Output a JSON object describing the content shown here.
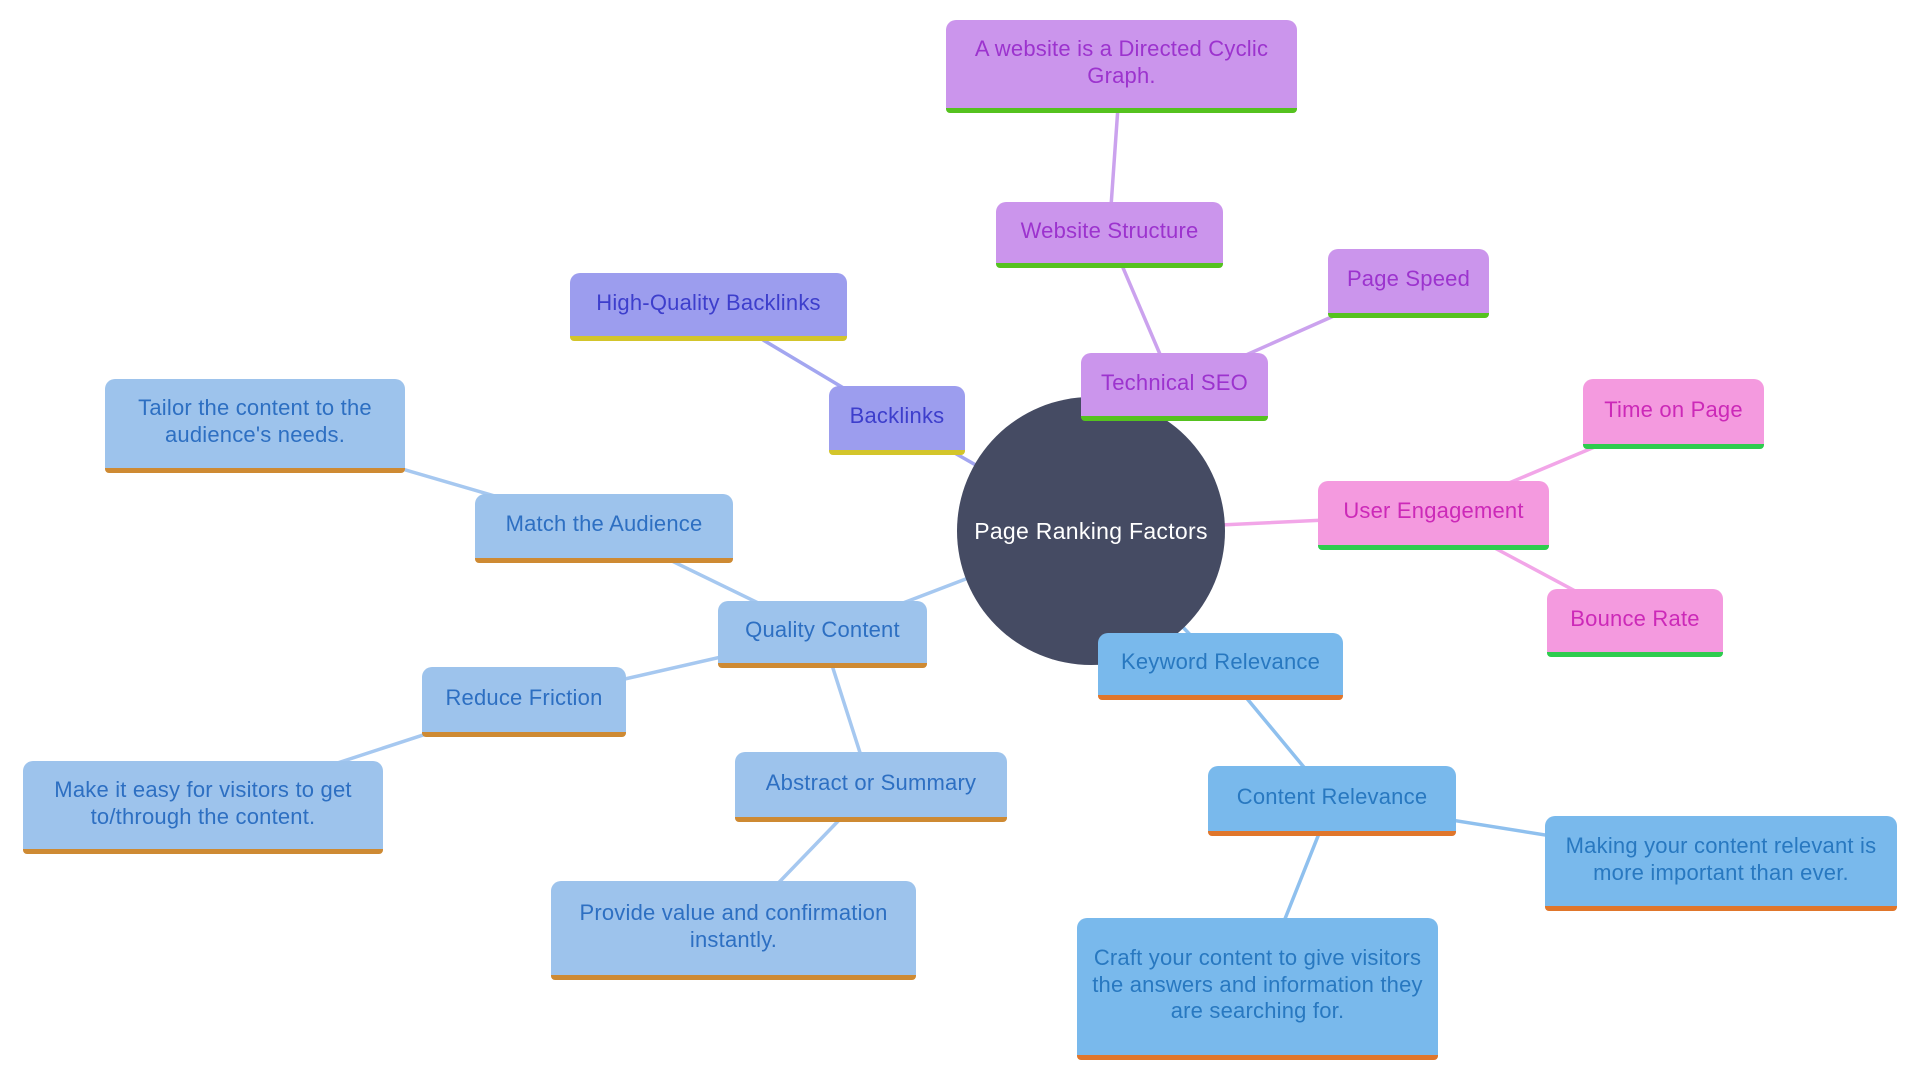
{
  "title": "Page Ranking Factors",
  "center": {
    "label": "Page Ranking Factors",
    "bg": "#454B63",
    "text_color": "#FFFFFF"
  },
  "branches": {
    "technical": {
      "node_bg": "#CB95EC",
      "node_text": "#9C33CE",
      "underline": "#55C21F",
      "edge": "#CBA2EE"
    },
    "backlinks": {
      "node_bg": "#9C9DEE",
      "node_text": "#3D3ECC",
      "underline": "#D3C52B",
      "edge": "#A3A6F0"
    },
    "engagement": {
      "node_bg": "#F49ADF",
      "node_text": "#CC29B8",
      "underline": "#2ECC4E",
      "edge": "#F2A6E8"
    },
    "quality": {
      "node_bg": "#9DC3EC",
      "node_text": "#2D6FC2",
      "underline": "#CE8A33",
      "edge": "#A6C8F0"
    },
    "keyword": {
      "node_bg": "#79B9EC",
      "node_text": "#2878C0",
      "underline": "#E0762B",
      "edge": "#8FC0EE"
    }
  },
  "nodes": {
    "dcg": {
      "label": "A website is a Directed Cyclic Graph."
    },
    "website_structure": {
      "label": "Website Structure"
    },
    "page_speed": {
      "label": "Page Speed"
    },
    "technical_seo": {
      "label": "Technical SEO"
    },
    "hq_backlinks": {
      "label": "High-Quality Backlinks"
    },
    "backlinks": {
      "label": "Backlinks"
    },
    "time_on_page": {
      "label": "Time on Page"
    },
    "user_engagement": {
      "label": "User Engagement"
    },
    "bounce_rate": {
      "label": "Bounce Rate"
    },
    "tailor": {
      "label": "Tailor the content to the audience's needs."
    },
    "match_audience": {
      "label": "Match the Audience"
    },
    "quality_content": {
      "label": "Quality Content"
    },
    "reduce_friction": {
      "label": "Reduce Friction"
    },
    "make_easy": {
      "label": "Make it easy for visitors to get to/through the content."
    },
    "abstract_summary": {
      "label": "Abstract or Summary"
    },
    "provide_value": {
      "label": "Provide value and confirmation instantly."
    },
    "keyword_relevance": {
      "label": "Keyword Relevance"
    },
    "content_relevance": {
      "label": "Content Relevance"
    },
    "making_relevant": {
      "label": "Making your content relevant is more important than ever."
    },
    "craft_content": {
      "label": "Craft your content to give visitors the answers and information they are searching for."
    }
  }
}
